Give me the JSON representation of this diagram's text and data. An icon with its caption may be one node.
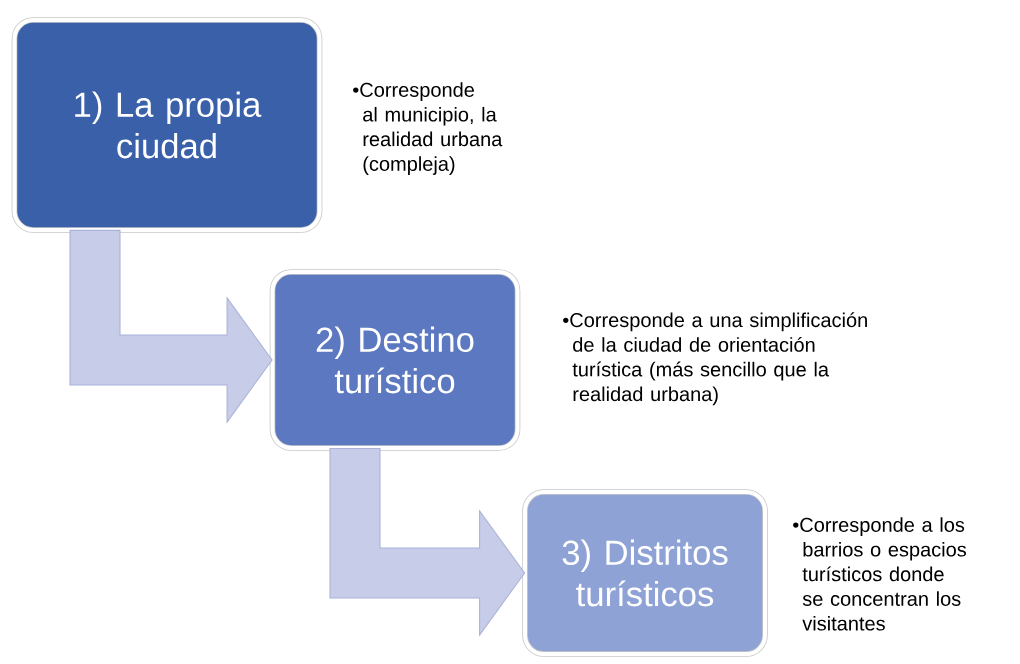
{
  "diagram": {
    "nodes": [
      {
        "text": [
          "1) La propia ciudad"
        ],
        "beside": [
          "•Corresponde al municipio, la realidad urbana (compleja)"
        ]
      },
      {
        "text": [
          "2) Destino turístico"
        ],
        "beside": [
          "•Corresponde a una simplificación de la ciudad de orientación turística (más sencillo que la realidad urbana)"
        ]
      },
      {
        "text": [
          "3) Distritos turísticos"
        ],
        "beside": [
          "•Corresponde a los barrios o espacios turísticos donde se concentran los visitantes"
        ]
      }
    ],
    "edges": [
      {
        "from": 0,
        "to": 1,
        "arrow": "to"
      },
      {
        "from": 1,
        "to": 2,
        "arrow": "to"
      }
    ]
  }
}
